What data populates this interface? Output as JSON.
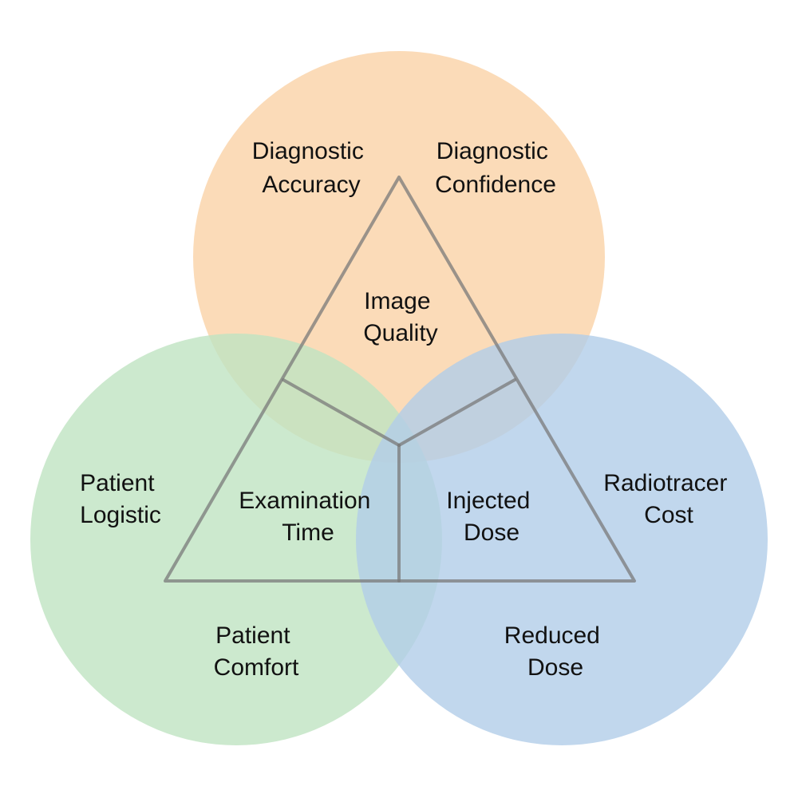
{
  "colors": {
    "top_circle": "#fbd6ae",
    "left_circle": "#bfe4c2",
    "right_circle": "#b2cde8",
    "triangle_stroke": "#7a7a7a"
  },
  "circles": {
    "top": {
      "label": "image-quality-circle"
    },
    "left": {
      "label": "examination-time-circle"
    },
    "right": {
      "label": "injected-dose-circle"
    }
  },
  "labels": {
    "diagnostic_accuracy": [
      "Diagnostic",
      "Accuracy"
    ],
    "diagnostic_confidence": [
      "Diagnostic",
      "Confidence"
    ],
    "image_quality": [
      "Image",
      "Quality"
    ],
    "examination_time": [
      "Examination",
      "Time"
    ],
    "injected_dose": [
      "Injected",
      "Dose"
    ],
    "patient_logistic": [
      "Patient",
      "Logistic"
    ],
    "radiotracer_cost": [
      "Radiotracer",
      "Cost"
    ],
    "patient_comfort": [
      "Patient",
      "Comfort"
    ],
    "reduced_dose": [
      "Reduced",
      "Dose"
    ]
  }
}
